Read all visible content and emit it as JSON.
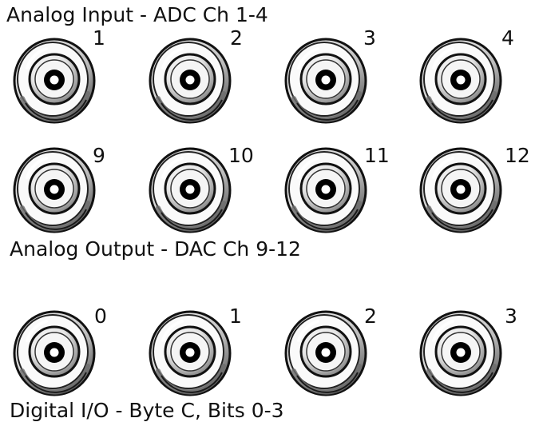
{
  "sections": [
    {
      "label": "Analog Input - ADC Ch 1-4",
      "channels": [
        "1",
        "2",
        "3",
        "4"
      ]
    },
    {
      "label": "Analog Output - DAC Ch 9-12",
      "channels": [
        "9",
        "10",
        "11",
        "12"
      ]
    },
    {
      "label": "Digital I/O - Byte C, Bits 0-3",
      "channels": [
        "0",
        "1",
        "2",
        "3"
      ]
    }
  ],
  "colors": {
    "ring": "#1a1a1a",
    "metal_light": "#f2f2f2",
    "metal_shadow": "#8a8a8a",
    "center_pin": "#000000"
  },
  "icon": "bnc-connector-icon"
}
